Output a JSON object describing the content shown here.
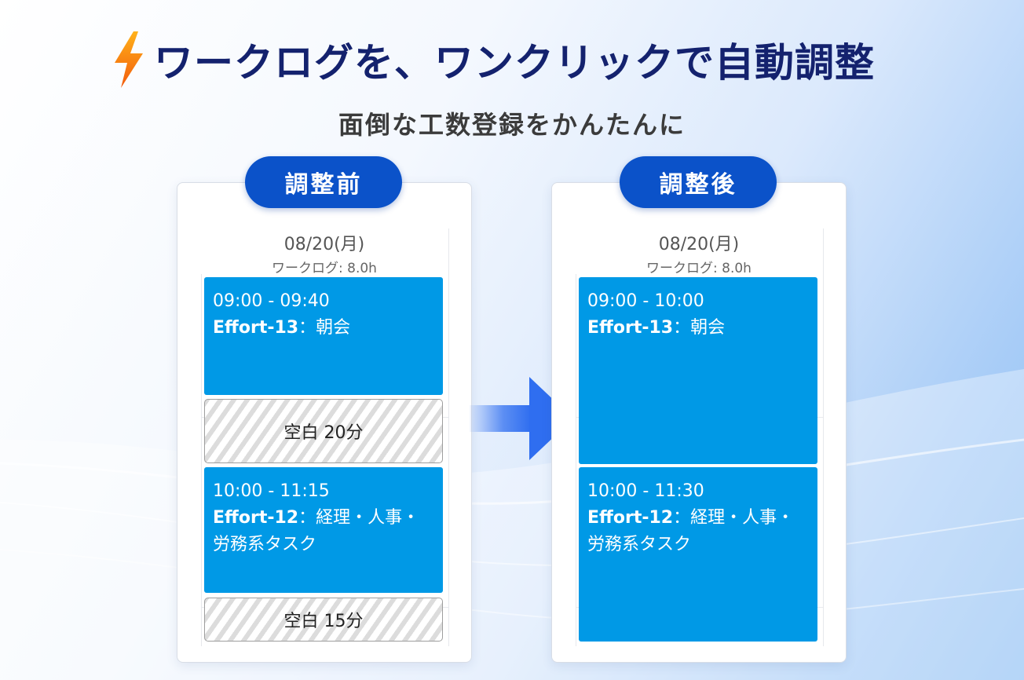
{
  "headline": {
    "title": "ワークログを、ワンクリックで自動調整",
    "subtitle": "面倒な工数登録をかんたんに",
    "icon": "lightning-bolt-icon"
  },
  "colors": {
    "title": "#14226e",
    "pill": "#0b52c9",
    "event": "#0099e6",
    "arrow": "#2f6ef0"
  },
  "before": {
    "label": "調整前",
    "date": "08/20(月)",
    "worklog": "ワークログ: 8.0h",
    "events": [
      {
        "time": "09:00 - 09:40",
        "id": "Effort-13",
        "sep": "：",
        "name": "朝会"
      },
      {
        "time": "10:00 - 11:15",
        "id": "Effort-12",
        "sep": "：",
        "name": "経理・人事・労務系タスク"
      }
    ],
    "gaps": [
      "空白 20分",
      "空白 15分"
    ]
  },
  "after": {
    "label": "調整後",
    "date": "08/20(月)",
    "worklog": "ワークログ: 8.0h",
    "events": [
      {
        "time": "09:00 - 10:00",
        "id": "Effort-13",
        "sep": "：",
        "name": "朝会"
      },
      {
        "time": "10:00 - 11:30",
        "id": "Effort-12",
        "sep": "：",
        "name": "経理・人事・労務系タスク"
      }
    ]
  }
}
